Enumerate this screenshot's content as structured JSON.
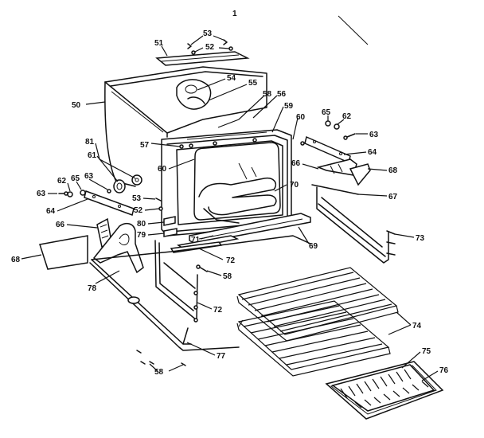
{
  "diagram": {
    "top_mark": "1",
    "callouts": {
      "c50": "50",
      "c51": "51",
      "c52a": "52",
      "c52b": "52",
      "c53a": "53",
      "c53b": "53",
      "c54": "54",
      "c55": "55",
      "c56": "56",
      "c57": "57",
      "c58a": "58",
      "c58b": "58",
      "c58c": "58",
      "c59": "59",
      "c60a": "60",
      "c60b": "60",
      "c61": "61",
      "c62a": "62",
      "c62b": "62",
      "c63a": "63",
      "c63b": "63",
      "c63c": "63",
      "c64a": "64",
      "c64b": "64",
      "c65a": "65",
      "c65b": "65",
      "c66a": "66",
      "c66b": "66",
      "c67": "67",
      "c68a": "68",
      "c68b": "68",
      "c69": "69",
      "c70": "70",
      "c71": "71",
      "c72a": "72",
      "c72b": "72",
      "c73": "73",
      "c74": "74",
      "c75": "75",
      "c76": "76",
      "c77": "77",
      "c78": "78",
      "c79": "79",
      "c80": "80",
      "c81": "81"
    }
  }
}
